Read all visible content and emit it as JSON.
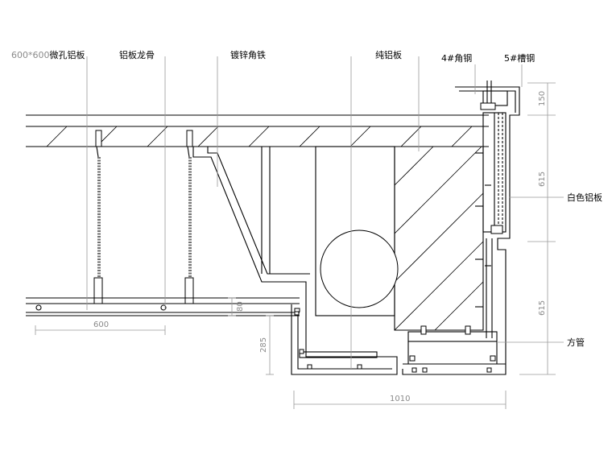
{
  "labels": {
    "micro_perforated_panel": "600*600微孔铝板",
    "panel_keel": "铝板龙骨",
    "galvanized_angle": "镀锌角铁",
    "pure_aluminum_panel": "纯铝板",
    "angle_steel": "4#角钢",
    "channel_steel": "5#槽钢",
    "white_aluminum_panel": "白色铝板",
    "square_tube": "方管"
  },
  "dimensions": {
    "top_150": "150",
    "mid_615": "615",
    "lower_615": "615",
    "keel_spacing_600": "600",
    "panel_80": "80",
    "drop_285": "285",
    "width_1010": "1010"
  },
  "colors": {
    "line": "#000000",
    "dimension": "#8a8a8a",
    "background": "#ffffff"
  }
}
